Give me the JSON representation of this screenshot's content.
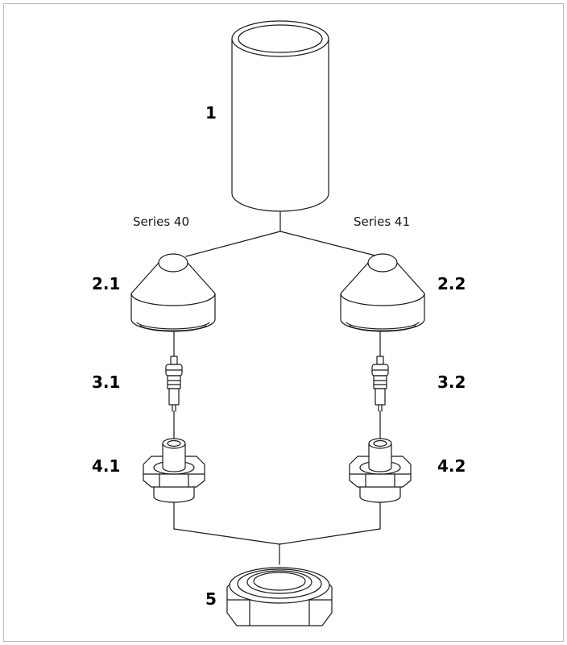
{
  "series_labels": {
    "left": "Series 40",
    "right": "Series 41"
  },
  "part_labels": {
    "p1": "1",
    "p2_1": "2.1",
    "p2_2": "2.2",
    "p3_1": "3.1",
    "p3_2": "3.2",
    "p4_1": "4.1",
    "p4_2": "4.2",
    "p5": "5"
  }
}
